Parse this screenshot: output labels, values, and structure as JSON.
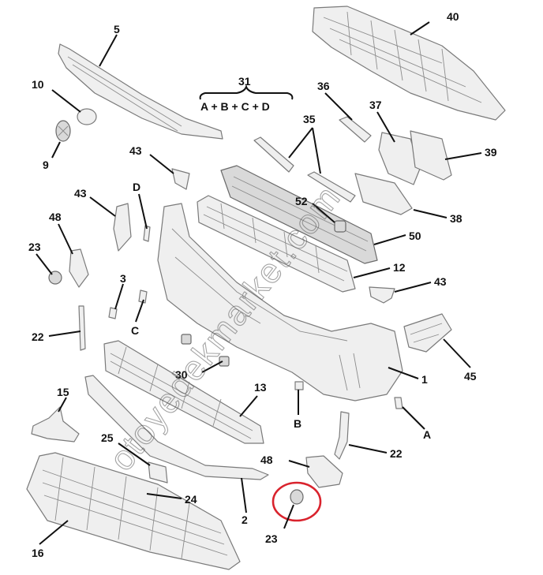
{
  "diagram": {
    "callouts": {
      "p1": "1",
      "p2": "2",
      "p3": "3",
      "p5": "5",
      "p9": "9",
      "p10": "10",
      "p12": "12",
      "p13": "13",
      "p15": "15",
      "p16": "16",
      "p22a": "22",
      "p22b": "22",
      "p23a": "23",
      "p23b": "23",
      "p24": "24",
      "p25": "25",
      "p30": "30",
      "p31": "31",
      "p35": "35",
      "p36": "36",
      "p37": "37",
      "p38": "38",
      "p39": "39",
      "p40": "40",
      "p43a": "43",
      "p43b": "43",
      "p43c": "43",
      "p45": "45",
      "p48a": "48",
      "p48b": "48",
      "p50": "50",
      "p52": "52",
      "pA": "A",
      "pB": "B",
      "pC": "C",
      "pD": "D"
    },
    "formula": "A + B + C + D",
    "watermark": "otoyedekmarket.com",
    "highlight_color": "#d9232d"
  }
}
